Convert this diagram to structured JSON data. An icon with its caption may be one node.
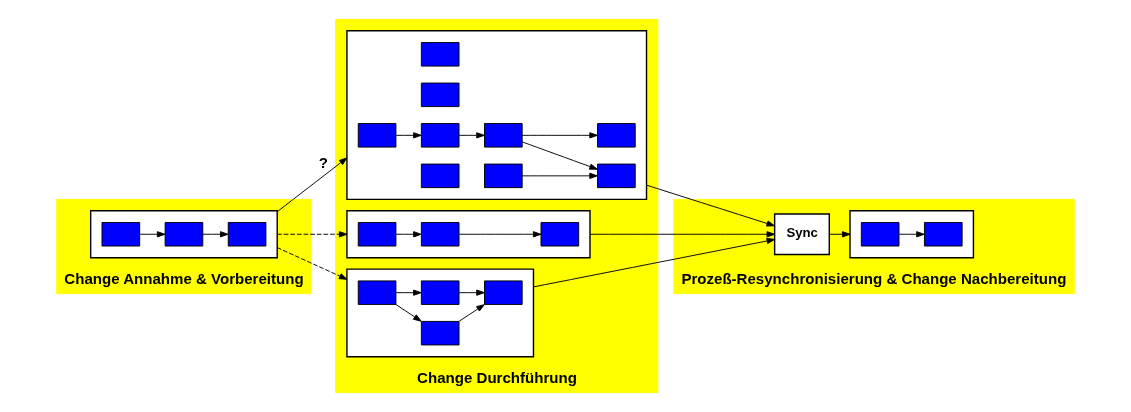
{
  "diagram": {
    "nodes": [
      {
        "text": [
          "Change Annahme & Vorbereitung"
        ]
      },
      {
        "text": [],
        "shape": "box",
        "in": 0
      },
      {
        "text": [],
        "shape": "box",
        "in": 1
      },
      {
        "text": [],
        "shape": "box",
        "in": 1
      },
      {
        "text": [],
        "shape": "box",
        "in": 1
      },
      {
        "text": [
          "Change Durchführung"
        ]
      },
      {
        "text": [],
        "shape": "box",
        "in": 5
      },
      {
        "text": [],
        "shape": "box",
        "in": 6
      },
      {
        "text": [],
        "shape": "box",
        "in": 6
      },
      {
        "text": [],
        "shape": "box",
        "in": 6
      },
      {
        "text": [],
        "shape": "box",
        "in": 5
      },
      {
        "text": [],
        "shape": "box",
        "in": 10
      },
      {
        "text": [],
        "shape": "box",
        "in": 10
      },
      {
        "text": [],
        "shape": "box",
        "in": 10
      },
      {
        "text": [],
        "shape": "box",
        "in": 10
      },
      {
        "text": [],
        "shape": "box",
        "in": 10
      },
      {
        "text": [],
        "shape": "box",
        "in": 10
      },
      {
        "text": [],
        "shape": "box",
        "in": 10
      },
      {
        "text": [],
        "shape": "box",
        "in": 10
      },
      {
        "text": [],
        "shape": "box",
        "in": 10
      },
      {
        "text": [],
        "shape": "box",
        "in": 5
      },
      {
        "text": [],
        "shape": "box",
        "in": 20
      },
      {
        "text": [],
        "shape": "box",
        "in": 20
      },
      {
        "text": [],
        "shape": "box",
        "in": 20
      },
      {
        "text": [],
        "shape": "box",
        "in": 20
      },
      {
        "text": [
          "Prozeß-Resynchronisierung & Change Nachbereitung"
        ]
      },
      {
        "text": [
          "Sync"
        ],
        "in": 25
      },
      {
        "text": [],
        "shape": "box",
        "in": 25
      },
      {
        "text": [],
        "shape": "box",
        "in": 27
      },
      {
        "text": [],
        "shape": "box",
        "in": 27
      }
    ],
    "edges": [
      {
        "from": 2,
        "to": 3,
        "arrow": "to"
      },
      {
        "from": 3,
        "to": 4,
        "arrow": "to"
      },
      {
        "from": 1,
        "to": 6,
        "arrow": "to",
        "style": "dashed"
      },
      {
        "from": 1,
        "to": 10,
        "arrow": "to",
        "label": "?"
      },
      {
        "from": 1,
        "to": 20,
        "arrow": "to",
        "style": "dashed"
      },
      {
        "from": 7,
        "to": 8,
        "arrow": "to"
      },
      {
        "from": 8,
        "to": 9,
        "arrow": "to"
      },
      {
        "from": 11,
        "to": 12,
        "arrow": "to"
      },
      {
        "from": 12,
        "to": 15,
        "arrow": "to"
      },
      {
        "from": 15,
        "to": 16,
        "arrow": "to"
      },
      {
        "from": 15,
        "to": 19,
        "arrow": "to"
      },
      {
        "from": 18,
        "to": 19,
        "arrow": "to"
      },
      {
        "from": 21,
        "to": 22,
        "arrow": "to"
      },
      {
        "from": 21,
        "to": 23,
        "arrow": "to"
      },
      {
        "from": 22,
        "to": 24,
        "arrow": "to"
      },
      {
        "from": 23,
        "to": 24,
        "arrow": "to"
      },
      {
        "from": 6,
        "to": 26,
        "arrow": "to"
      },
      {
        "from": 10,
        "to": 26,
        "arrow": "to"
      },
      {
        "from": 20,
        "to": 26,
        "arrow": "to"
      },
      {
        "from": 26,
        "to": 27,
        "arrow": "to"
      },
      {
        "from": 28,
        "to": 29,
        "arrow": "to"
      }
    ]
  }
}
